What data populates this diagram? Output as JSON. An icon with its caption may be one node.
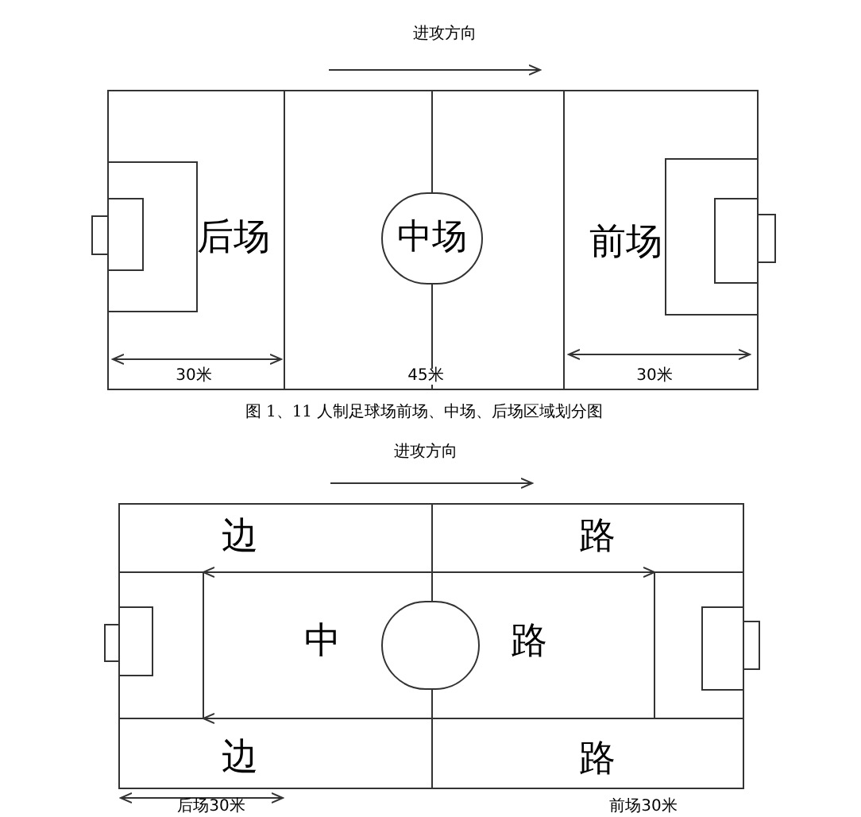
{
  "diagram": {
    "caption": "图 1、11 人制足球场前场、中场、后场区域划分图",
    "nodes": [
      {
        "text": [
          "中场"
        ]
      },
      {
        "text": [],
        "shape": "circle"
      }
    ],
    "labels": [
      "进攻方向",
      "后场",
      "前场",
      "30米",
      "45米",
      "30米",
      "进攻方向",
      "边",
      "路",
      "中",
      "路",
      "边",
      "路",
      "后场30米",
      "前场30米"
    ]
  }
}
